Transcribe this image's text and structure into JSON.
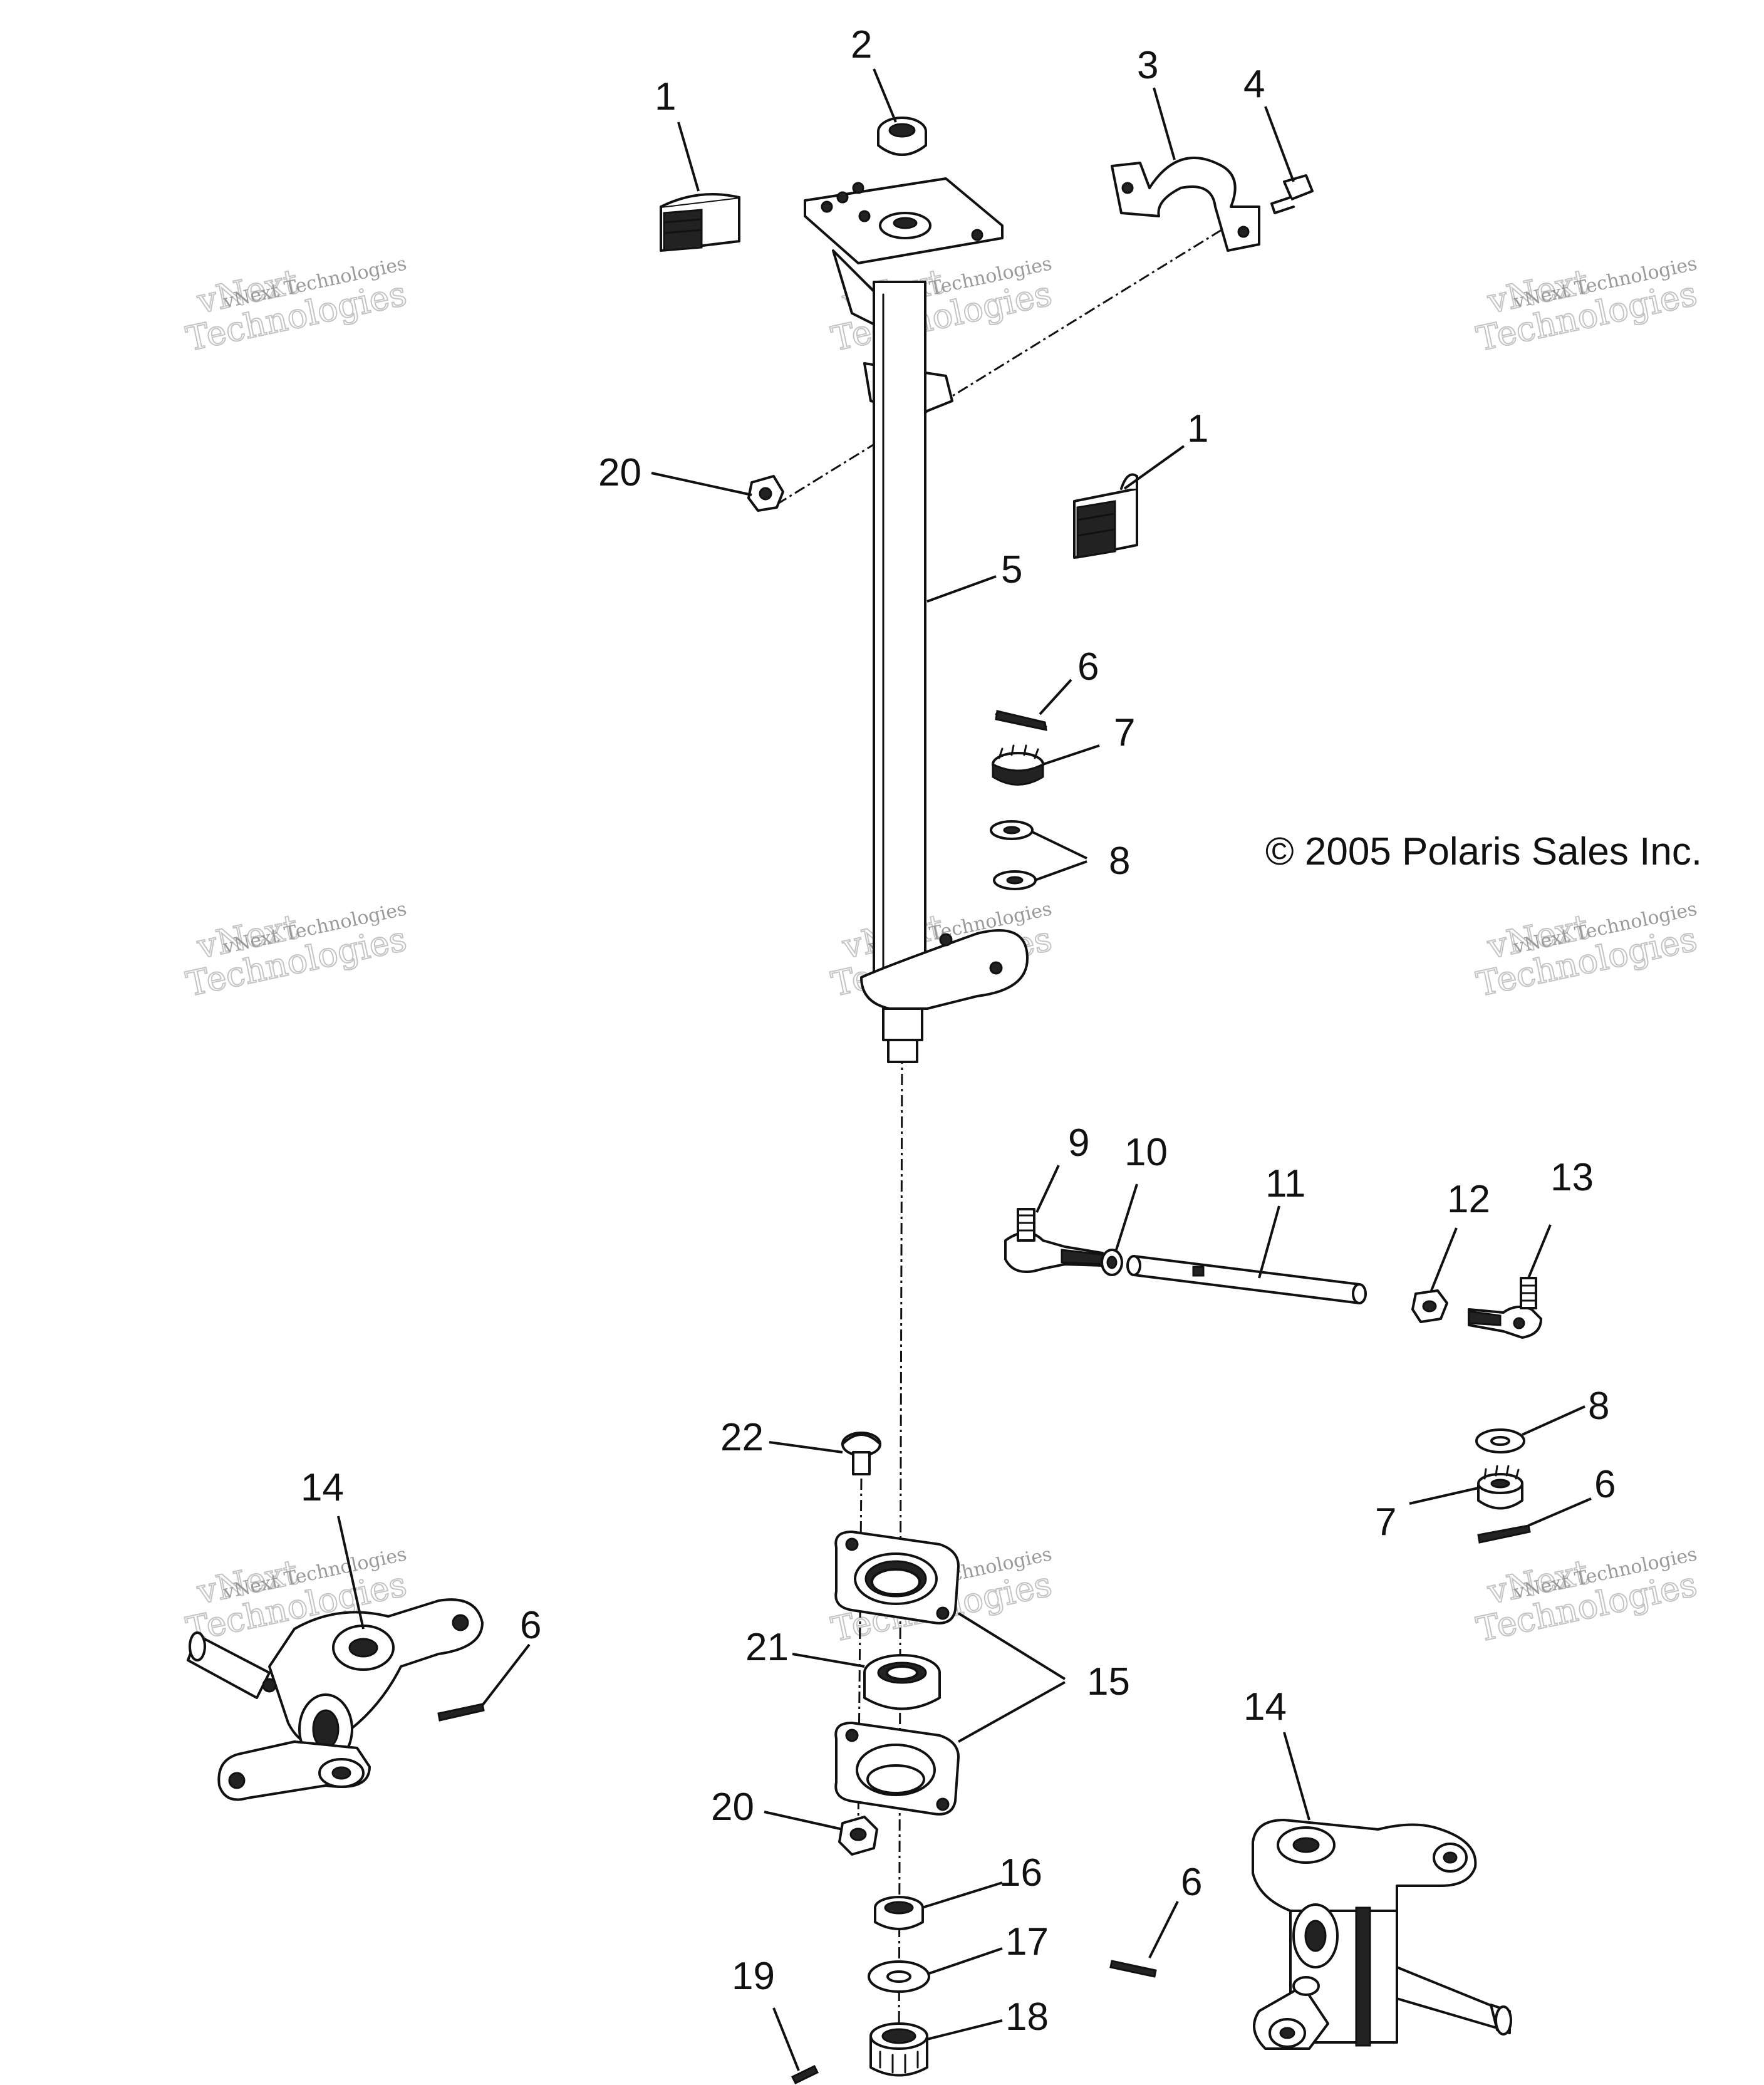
{
  "copyright": "© 2005 Polaris Sales Inc.",
  "watermark": {
    "line1": "vNext",
    "line2": "Technologies",
    "small": "vNext Technologies"
  },
  "callouts": [
    "1",
    "2",
    "3",
    "4",
    "1",
    "20",
    "5",
    "6",
    "7",
    "8",
    "9",
    "10",
    "11",
    "12",
    "13",
    "8",
    "22",
    "7",
    "6",
    "14",
    "6",
    "21",
    "15",
    "14",
    "20",
    "16",
    "6",
    "17",
    "19",
    "18"
  ]
}
